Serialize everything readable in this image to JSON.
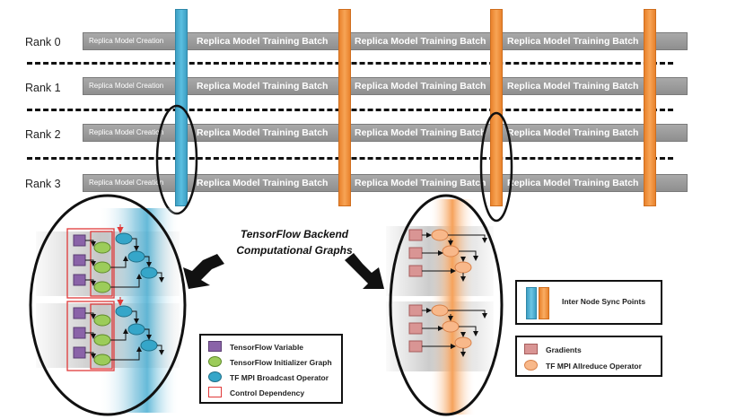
{
  "ranks": [
    {
      "label": "Rank 0",
      "creation": "Replica Model Creation",
      "batches": [
        "Replica Model Training Batch",
        "Replica Model Training Batch",
        "Replica Model Training Batch"
      ]
    },
    {
      "label": "Rank 1",
      "creation": "Replica Model Creation",
      "batches": [
        "Replica Model Training Batch",
        "Replica Model Training Batch",
        "Replica Model Training Batch"
      ]
    },
    {
      "label": "Rank 2",
      "creation": "Replica Model Creation",
      "batches": [
        "Replica Model Training Batch",
        "Replica Model Training Batch",
        "Replica Model Training Batch"
      ]
    },
    {
      "label": "Rank 3",
      "creation": "Replica Model Creation",
      "batches": [
        "Replica Model Training Batch",
        "Replica Model Training Batch",
        "Replica Model Training Batch"
      ]
    }
  ],
  "center_title": [
    "TensorFlow Backend",
    "Computational Graphs"
  ],
  "legend_left": [
    {
      "label": "TensorFlow Variable",
      "icon": "variable-square",
      "color": "#8a63a8"
    },
    {
      "label": "TensorFlow Initializer Graph",
      "icon": "initializer-ellipse",
      "color": "#9ccc5a"
    },
    {
      "label": "TF MPI Broadcast Operator",
      "icon": "broadcast-ellipse",
      "color": "#35a6c9"
    },
    {
      "label": "Control Dependency",
      "icon": "control-dependency-box",
      "color": "#e03a3a"
    }
  ],
  "legend_sync": {
    "label": "Inter Node Sync Points",
    "blue": "#4aaed2",
    "orange": "#f08a36"
  },
  "legend_right": [
    {
      "label": "Gradients",
      "icon": "gradient-square",
      "color": "#d99594"
    },
    {
      "label": "TF MPI Allreduce Operator",
      "icon": "allreduce-ellipse",
      "color": "#f8b88a"
    }
  ]
}
